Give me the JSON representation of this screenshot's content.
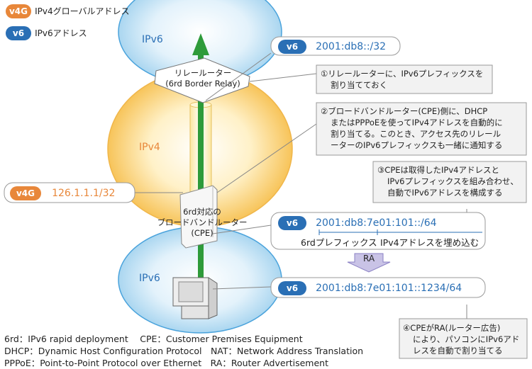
{
  "legend": [
    {
      "tag": "v4G",
      "text": "IPv4グローバルアドレス",
      "color": "#e8873a"
    },
    {
      "tag": "v6",
      "text": "IPv6アドレス",
      "color": "#2a6fb5"
    }
  ],
  "zones": {
    "ipv6_top": "IPv6",
    "ipv4": "IPv4",
    "ipv6_bottom": "IPv6"
  },
  "relay": {
    "line1": "リレールーター",
    "line2": "(6rd Border Relay)"
  },
  "cpe": {
    "line1": "6rd対応の",
    "line2": "ブロードバンドルーター",
    "line3": "(CPE)"
  },
  "addr_box_top": {
    "tag": "v6",
    "value": "2001:db8::/32"
  },
  "addr_box_v4": {
    "tag": "v4G",
    "value": "126.1.1.1/32"
  },
  "addr_box_mid": {
    "tag": "v6",
    "value": "2001:db8:7e01:101::/64",
    "label1": "6rdプレフィックス",
    "label2": "IPv4アドレスを埋め込む"
  },
  "ra": "RA",
  "addr_box_bottom": {
    "tag": "v6",
    "value": "2001:db8:7e01:101::1234/64"
  },
  "notes": {
    "n1": [
      "①リレールーターに、IPv6プレフィックスを",
      "割り当てておく"
    ],
    "n2": [
      "②ブロードバンドルーター(CPE)側に、DHCP",
      "またはPPPoEを使ってIPv4アドレスを自動的に",
      "割り当てる。このとき、アクセス先のリレール",
      "ーターのIPv6プレフィックスも一緒に通知する"
    ],
    "n3": [
      "③CPEは取得したIPv4アドレスと",
      "IPv6プレフィックスを組み合わせ、",
      "自動でIPv6アドレスを構成する"
    ],
    "n4": [
      "④CPEがRA(ルーター広告)",
      "により、パソコンにIPv6アド",
      "レスを自動で割り当てる"
    ]
  },
  "definitions": [
    "6rd：IPv6 rapid deployment　 CPE：Customer Premises Equipment",
    "DHCP：Dynamic Host Configuration Protocol　NAT：Network Address Translation",
    "PPPoE：Point-to-Point Protocol over Ethernet　RA：Router Advertisement"
  ],
  "colors": {
    "ipv6_fill": "#d9ecf8",
    "ipv6_stroke": "#4aa3dc",
    "ipv4_fill": "#fde3a8",
    "arrow": "#2e9b3a"
  }
}
